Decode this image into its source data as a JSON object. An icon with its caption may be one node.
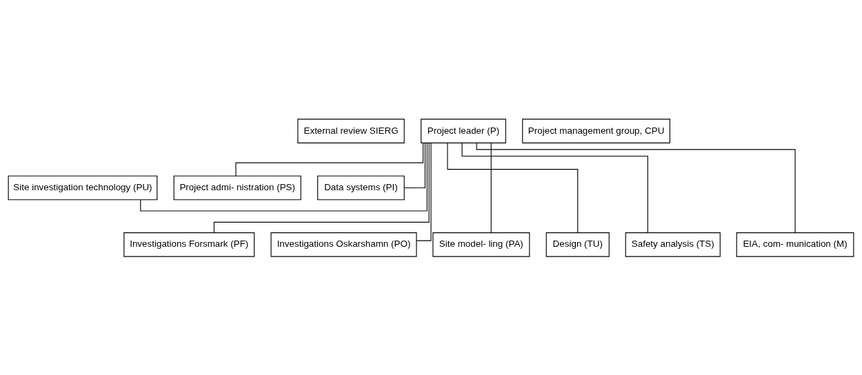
{
  "diagram": {
    "nodes": [
      {
        "text": [
          "External review SIERG"
        ]
      },
      {
        "text": [
          "Project leader (P)"
        ]
      },
      {
        "text": [
          "Project management group, CPU"
        ]
      },
      {
        "text": [
          "Site investigation technology (PU)"
        ]
      },
      {
        "text": [
          "Project admi- nistration (PS)"
        ]
      },
      {
        "text": [
          "Data systems (PI)"
        ]
      },
      {
        "text": [
          "Investigations Forsmark (PF)"
        ]
      },
      {
        "text": [
          "Investigations Oskarshamn (PO)"
        ]
      },
      {
        "text": [
          "Site model- ling (PA)"
        ]
      },
      {
        "text": [
          "Design (TU)"
        ]
      },
      {
        "text": [
          "Safety analysis (TS)"
        ]
      },
      {
        "text": [
          "EIA, com- munication (M)"
        ]
      }
    ],
    "edges": [
      {
        "from": 1,
        "to": 3,
        "arrow": "none"
      },
      {
        "from": 1,
        "to": 4,
        "arrow": "none"
      },
      {
        "from": 1,
        "to": 5,
        "arrow": "none"
      },
      {
        "from": 1,
        "to": 6,
        "arrow": "none"
      },
      {
        "from": 1,
        "to": 7,
        "arrow": "none"
      },
      {
        "from": 1,
        "to": 8,
        "arrow": "none"
      },
      {
        "from": 1,
        "to": 9,
        "arrow": "none"
      },
      {
        "from": 1,
        "to": 10,
        "arrow": "none"
      },
      {
        "from": 1,
        "to": 11,
        "arrow": "none"
      }
    ]
  }
}
